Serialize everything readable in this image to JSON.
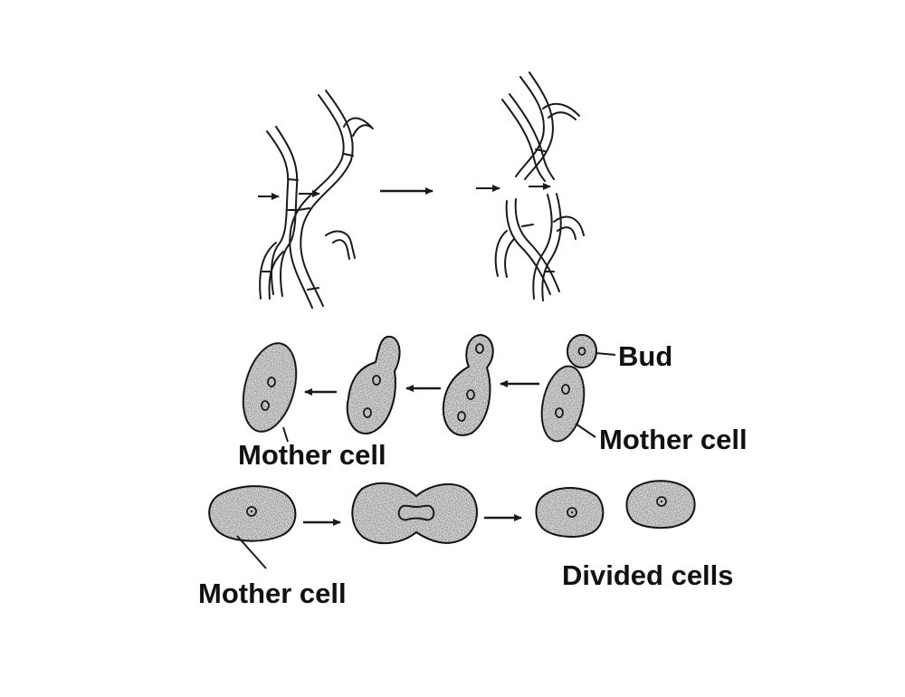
{
  "labels": {
    "bud": "Bud",
    "mother_cell_budding_right": "Mother cell",
    "mother_cell_budding_left": "Mother cell",
    "mother_cell_fission": "Mother cell",
    "divided_cells": "Divided cells"
  },
  "colors": {
    "ink": "#1a1a1a",
    "cell_fill": "#d9d9d9",
    "background": "#ffffff"
  }
}
